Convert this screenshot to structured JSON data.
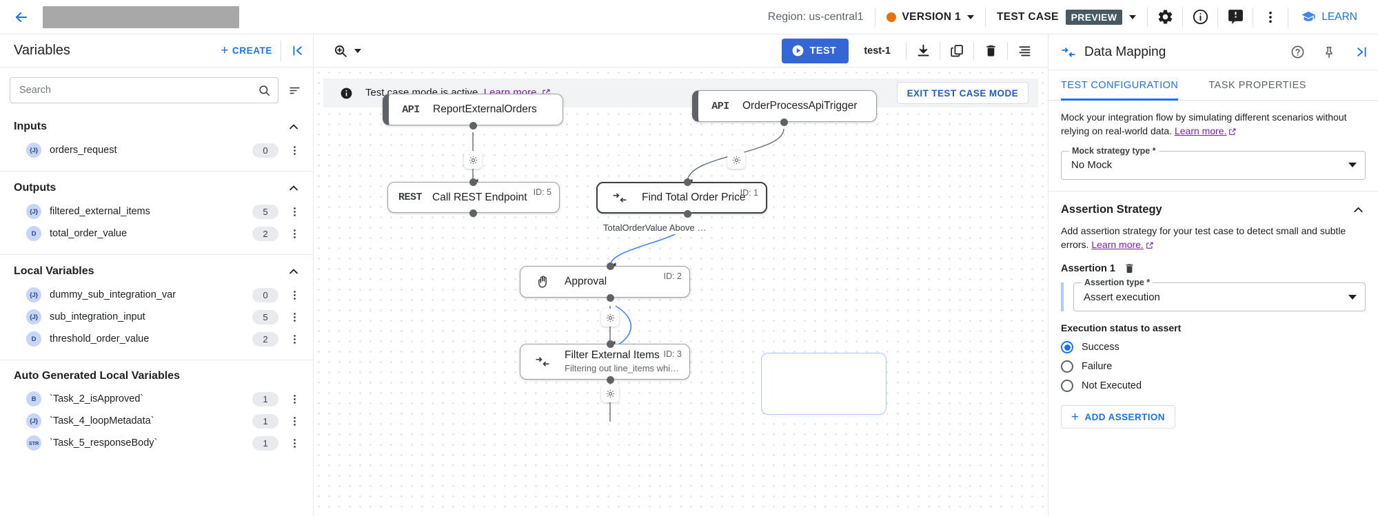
{
  "header": {
    "back_icon": "arrow-back-icon",
    "redacted_title": "",
    "region_label": "Region: us-central1",
    "version_label": "VERSION 1",
    "version_dot_color": "#e8710a",
    "test_case_label": "TEST CASE",
    "preview_badge": "PREVIEW",
    "icons": [
      "gear-icon",
      "info-icon",
      "feedback-icon",
      "more-vert-icon"
    ],
    "learn_label": "LEARN",
    "accent_color": "#1a73e8"
  },
  "sidebar": {
    "title": "Variables",
    "create_label": "CREATE",
    "collapse_icon": "collapse-left-icon",
    "search": {
      "placeholder": "Search",
      "value": ""
    },
    "sort_icon": "sort-icon",
    "sections": [
      {
        "title": "Inputs",
        "items": [
          {
            "badge": "{J}",
            "name": "orders_request",
            "count": "0"
          }
        ]
      },
      {
        "title": "Outputs",
        "items": [
          {
            "badge": "{J}",
            "name": "filtered_external_items",
            "count": "5"
          },
          {
            "badge": "D",
            "name": "total_order_value",
            "count": "2"
          }
        ]
      },
      {
        "title": "Local Variables",
        "items": [
          {
            "badge": "{J}",
            "name": "dummy_sub_integration_var",
            "count": "0"
          },
          {
            "badge": "{J}",
            "name": "sub_integration_input",
            "count": "5"
          },
          {
            "badge": "D",
            "name": "threshold_order_value",
            "count": "2"
          }
        ]
      },
      {
        "title": "Auto Generated Local Variables",
        "items": [
          {
            "badge": "B",
            "name": "`Task_2_isApproved`",
            "count": "1"
          },
          {
            "badge": "{J}",
            "name": "`Task_4_loopMetadata`",
            "count": "1"
          },
          {
            "badge": "STR",
            "name": "`Task_5_responseBody`",
            "count": "1"
          }
        ]
      }
    ]
  },
  "canvas_toolbar": {
    "zoom_icon": "zoom-in-icon",
    "test_button": "TEST",
    "test_case_name": "test-1",
    "icons": [
      "download-icon",
      "copy-icon",
      "delete-icon",
      "list-icon"
    ]
  },
  "canvas": {
    "banner": {
      "info_icon": "info-filled-icon",
      "text": "Test case mode is active.",
      "link": "Learn more.",
      "exit_button": "EXIT TEST CASE MODE"
    },
    "nodes": [
      {
        "icon": "API",
        "icon_kind": "mono",
        "title": "ReportExternalOrders",
        "sub": "",
        "id": "",
        "trigger": true,
        "selected": false
      },
      {
        "icon": "API",
        "icon_kind": "mono",
        "title": "OrderProcessApiTrigger",
        "sub": "",
        "id": "",
        "trigger": true,
        "selected": false
      },
      {
        "icon": "REST",
        "icon_kind": "mono",
        "title": "Call REST Endpoint",
        "sub": "",
        "id": "ID: 5",
        "trigger": false,
        "selected": false
      },
      {
        "icon": "data-mapping-icon",
        "icon_kind": "glyph",
        "title": "Find Total Order Price",
        "sub": "",
        "id": "ID: 1",
        "trigger": false,
        "selected": true
      },
      {
        "icon": "hand-icon",
        "icon_kind": "glyph",
        "title": "Approval",
        "sub": "",
        "id": "ID: 2",
        "trigger": false,
        "selected": false
      },
      {
        "icon": "data-mapping-icon",
        "icon_kind": "glyph",
        "title": "Filter External Items",
        "sub": "Filtering out line_items whi…",
        "id": "ID: 3",
        "trigger": false,
        "selected": false
      }
    ],
    "edge_label": "TotalOrderValue Above …",
    "gear_icon": "gear-edge-icon"
  },
  "right_panel": {
    "header_icon": "data-mapping-icon",
    "title": "Data Mapping",
    "icons": [
      "help-icon",
      "pin-icon",
      "collapse-right-icon"
    ],
    "tabs": [
      {
        "label": "TEST CONFIGURATION",
        "active": true
      },
      {
        "label": "TASK PROPERTIES",
        "active": false
      }
    ],
    "mock": {
      "description": "Mock your integration flow by simulating different scenarios without relying on real-world data.",
      "link": "Learn more.",
      "field_label": "Mock strategy type *",
      "field_value": "No Mock"
    },
    "assertion": {
      "section_title": "Assertion Strategy",
      "description": "Add assertion strategy for your test case to detect small and subtle errors.",
      "link": "Learn more.",
      "item_title": "Assertion 1",
      "delete_icon": "trash-icon",
      "type_label": "Assertion type *",
      "type_value": "Assert execution",
      "status_label": "Execution status to assert",
      "options": [
        {
          "label": "Success",
          "selected": true
        },
        {
          "label": "Failure",
          "selected": false
        },
        {
          "label": "Not Executed",
          "selected": false
        }
      ],
      "add_label": "ADD ASSERTION"
    }
  }
}
